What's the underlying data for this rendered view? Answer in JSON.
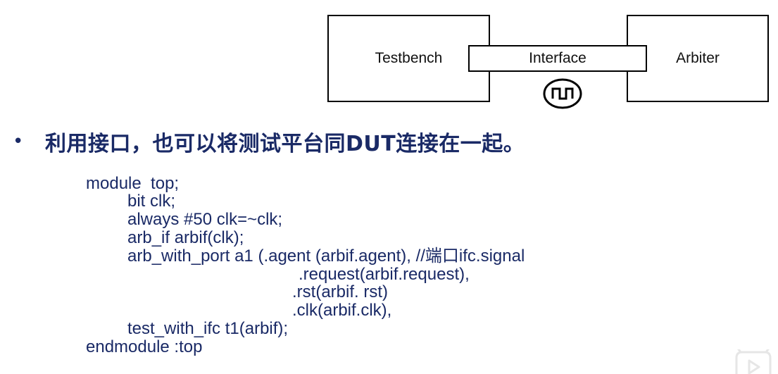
{
  "diagram": {
    "testbench_label": "Testbench",
    "interface_label": "Interface",
    "arbiter_label": "Arbiter",
    "clock_icon": "clock-waveform-icon"
  },
  "bullet": {
    "marker": "•",
    "text": "利用接口，也可以将测试平台同DUT连接在一起。"
  },
  "code": {
    "lines": [
      "module  top;",
      "bit clk;",
      "always #50 clk=~clk;",
      "arb_if arbif(clk);",
      "arb_with_port a1 (.agent (arbif.agent), //端口ifc.signal",
      ".request(arbif.request),",
      ".rst(arbif. rst)",
      ".clk(arbif.clk),",
      "test_with_ifc t1(arbif);",
      "endmodule :top"
    ]
  },
  "colors": {
    "text_navy": "#1a2a66",
    "border": "#000000",
    "background": "#ffffff"
  }
}
